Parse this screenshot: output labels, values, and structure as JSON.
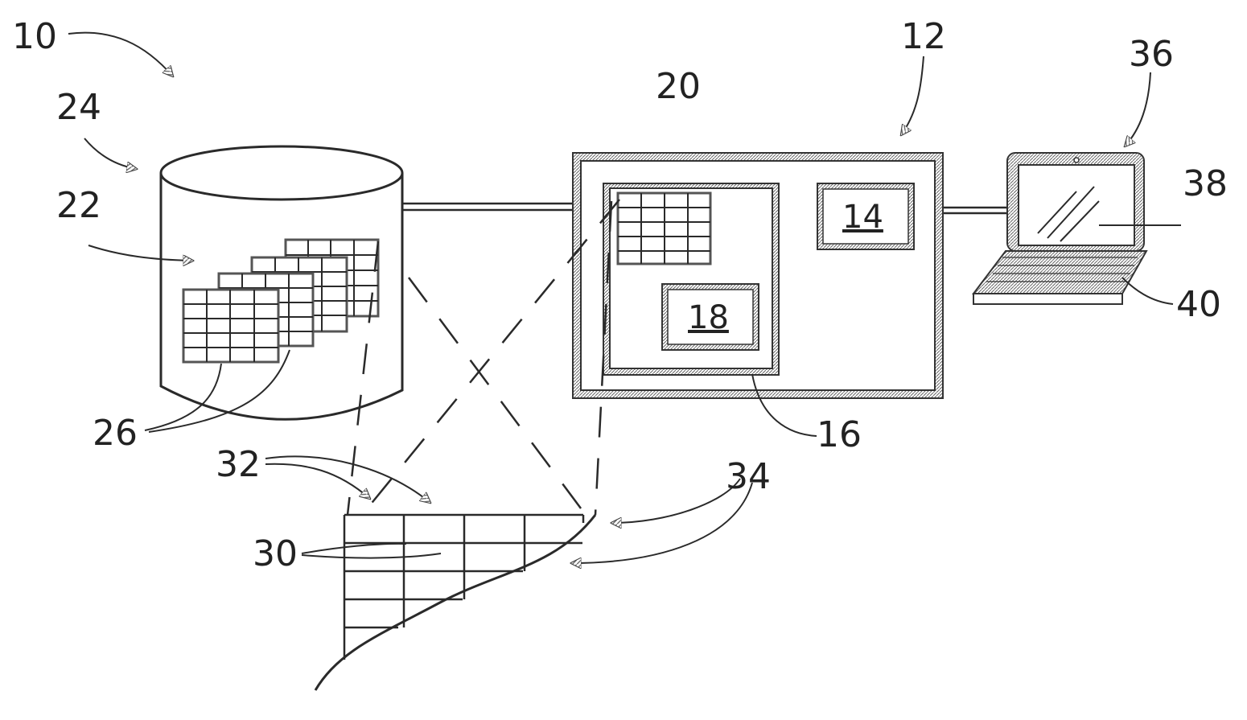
{
  "figure": {
    "ref_labels": {
      "system": "10",
      "computer": "12",
      "processor": "14",
      "memory": "16",
      "module": "18",
      "table_in_memory": "20",
      "tables_in_db": "22",
      "database": "24",
      "tables": "26",
      "rows": "30",
      "columns": "32",
      "arrows_34": "34",
      "client_device": "36",
      "screen": "38",
      "keyboard": "40"
    }
  }
}
